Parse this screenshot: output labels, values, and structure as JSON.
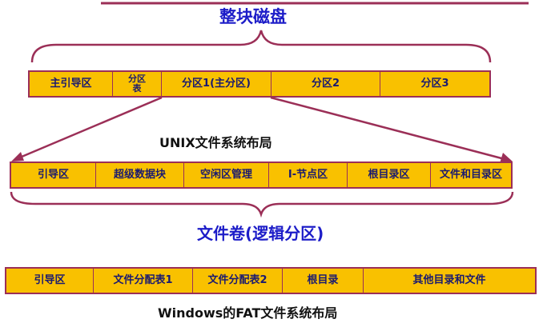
{
  "top": {
    "title": "整块磁盘",
    "cells": [
      "主引导区",
      "分区表",
      "分区1(主分区)",
      "分区2",
      "分区3"
    ]
  },
  "unix": {
    "caption": "UNIX文件系统布局",
    "cells": [
      "引导区",
      "超级数据块",
      "空闲区管理",
      "I-节点区",
      "根目录区",
      "文件和目录区"
    ],
    "volume_title": "文件卷(逻辑分区)"
  },
  "fat": {
    "cells": [
      "引导区",
      "文件分配表1",
      "文件分配表2",
      "根目录",
      "其他目录和文件"
    ],
    "caption": "Windows的FAT文件系统布局"
  },
  "colors": {
    "cell_fill": "#f9c100",
    "border": "#9b2f57",
    "title_blue": "#1c1cc8",
    "label_navy": "#1a1a70"
  }
}
